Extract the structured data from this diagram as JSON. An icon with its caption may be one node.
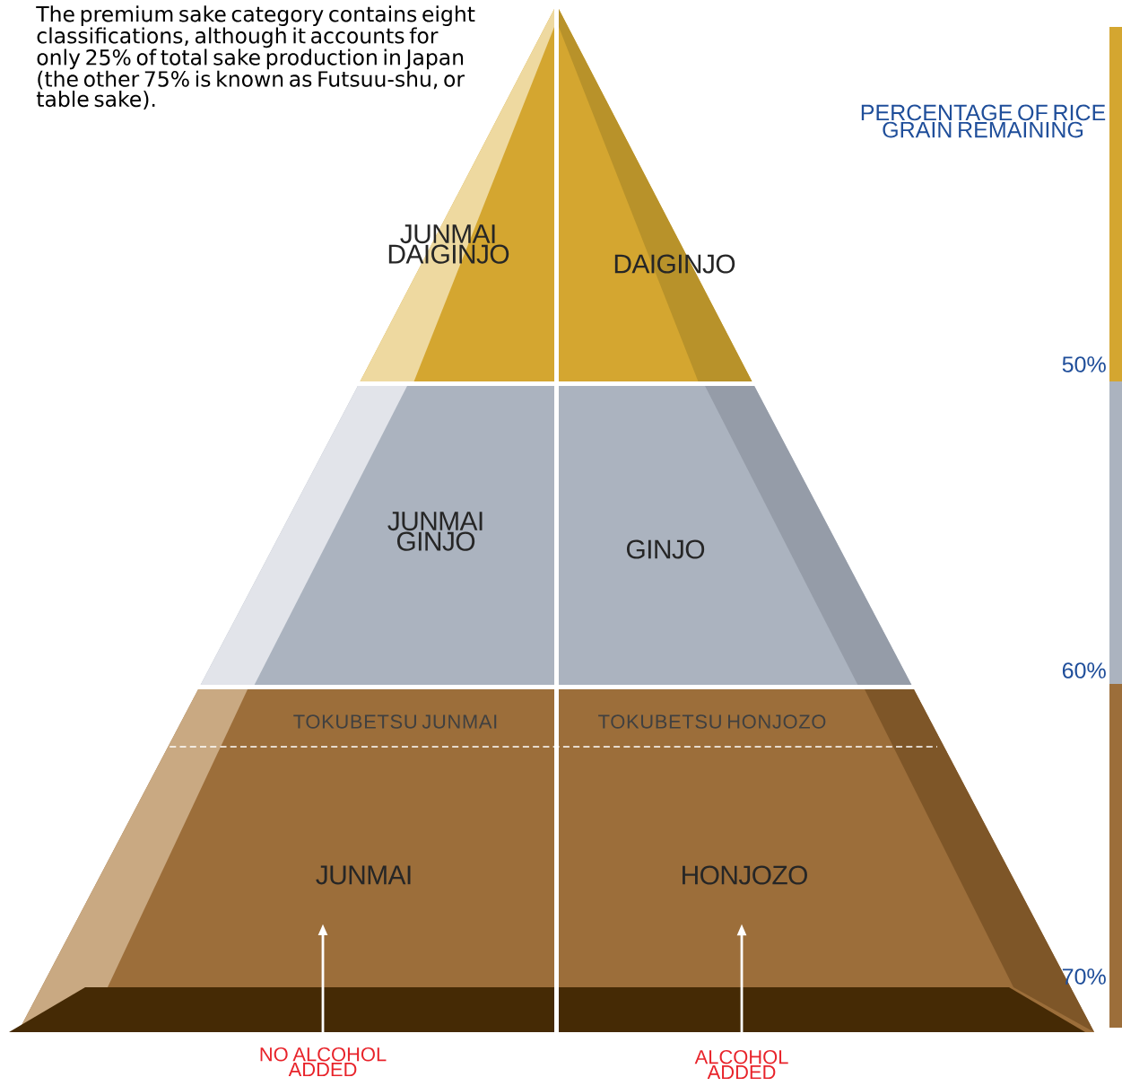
{
  "diagram": {
    "nodes": [
      {
        "text": [
          "JUNMAI DAIGINJO"
        ]
      },
      {
        "text": [
          "DAIGINJO"
        ]
      },
      {
        "text": [
          "JUNMAI GINJO"
        ]
      },
      {
        "text": [
          "GINJO"
        ]
      },
      {
        "text": [
          "TOKUBETSU JUNMAI"
        ]
      },
      {
        "text": [
          "TOKUBETSU HONJOZO"
        ]
      },
      {
        "text": [
          "JUNMAI"
        ]
      },
      {
        "text": [
          "HONJOZO"
        ]
      },
      {
        "text": [
          "NO ALCOHOL ADDED"
        ]
      },
      {
        "text": [
          "ALCOHOL ADDED"
        ]
      }
    ],
    "edges": [
      {
        "from": 8,
        "to": 6,
        "arrow": "to"
      },
      {
        "from": 9,
        "to": 7,
        "arrow": "to"
      }
    ],
    "labels": [
      "The premium sake category contains eight classifications, although it accounts for only 25% of total sake production in Japan (the other 75% is known as Futsuu-shu, or table sake).",
      "PERCENTAGE OF RICE GRAIN REMAINING",
      "50%",
      "60%",
      "70%"
    ]
  }
}
